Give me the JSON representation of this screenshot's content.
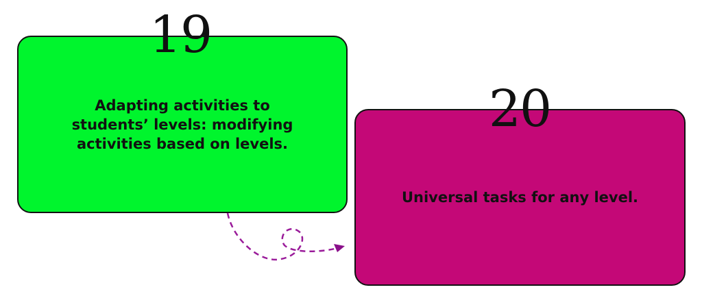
{
  "steps": [
    {
      "number": "19",
      "text": "Adapting activities to students’ levels: modifying activities based on levels.",
      "color": "#00f52d"
    },
    {
      "number": "20",
      "text": "Universal tasks for any level.",
      "color": "#c40877"
    }
  ],
  "connector": {
    "color": "#9a1b9a"
  }
}
